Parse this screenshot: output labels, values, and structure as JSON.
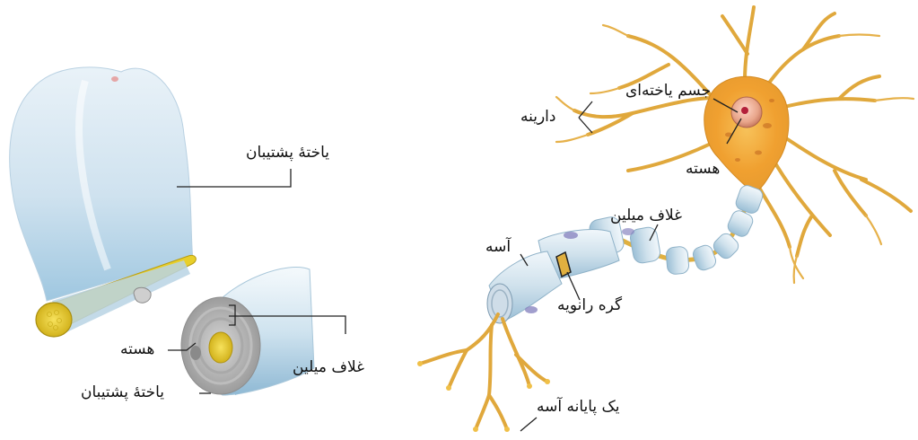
{
  "schwann_figure": {
    "support_cell": "یاختهٔ پشتیبان",
    "nucleus": "هسته",
    "myelin_sheath": "غلاف میلین",
    "support_cell_small": "یاختهٔ پشتیبان"
  },
  "neuron_figure": {
    "cell_body": "جسم یاخته‌ای",
    "dendrites": "دارینه",
    "nucleus": "هسته",
    "myelin_sheath": "غلاف میلین",
    "axon": "آسه",
    "node_of_ranvier": "گره رانویه",
    "axon_terminal": "یک پایانه آسه"
  }
}
